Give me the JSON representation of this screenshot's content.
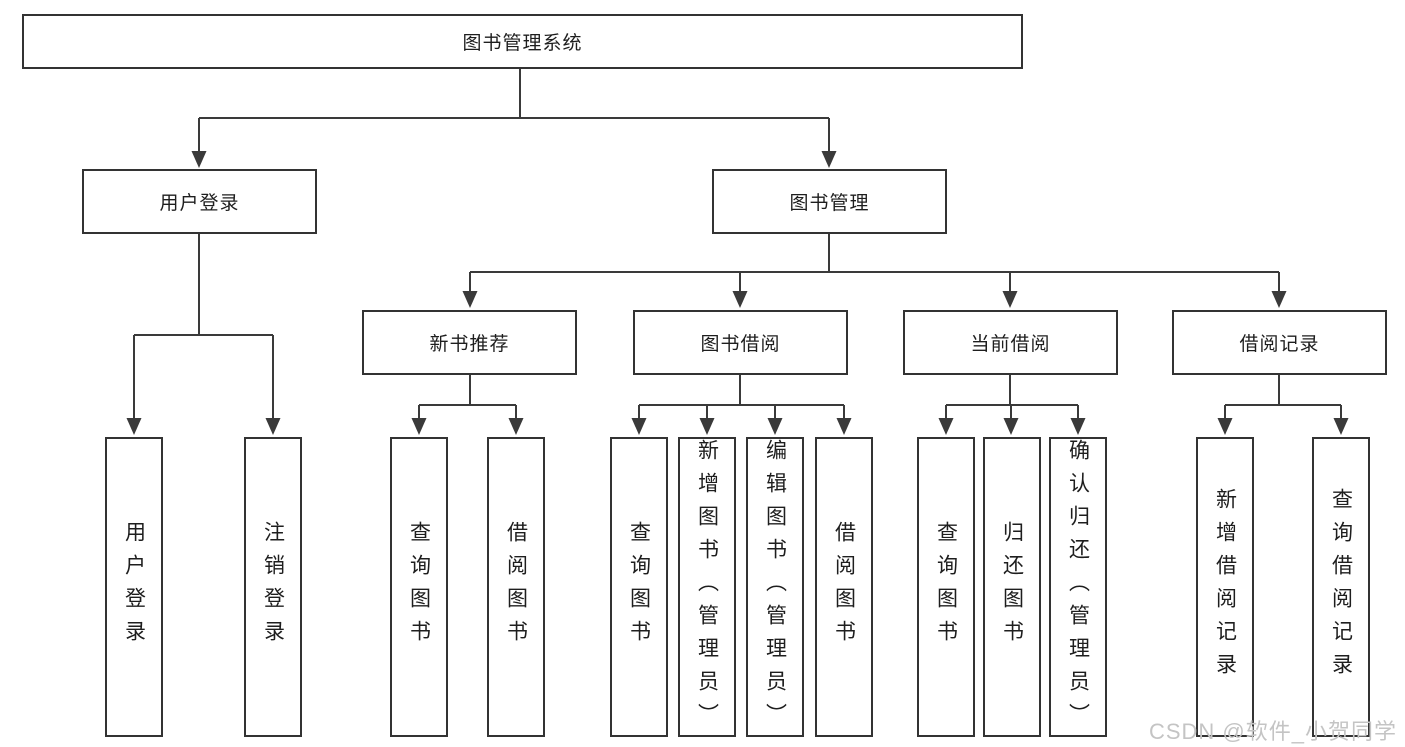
{
  "diagram": {
    "root": {
      "label": "图书管理系统"
    },
    "user_login_branch": {
      "label": "用户登录",
      "children": [
        {
          "label": "用户登录"
        },
        {
          "label": "注销登录"
        }
      ]
    },
    "book_mgmt_branch": {
      "label": "图书管理",
      "sections": [
        {
          "label": "新书推荐",
          "children": [
            {
              "label": "查询图书"
            },
            {
              "label": "借阅图书"
            }
          ]
        },
        {
          "label": "图书借阅",
          "children": [
            {
              "label": "查询图书"
            },
            {
              "label": "新增图书（管理员）"
            },
            {
              "label": "编辑图书（管理员）"
            },
            {
              "label": "借阅图书"
            }
          ]
        },
        {
          "label": "当前借阅",
          "children": [
            {
              "label": "查询图书"
            },
            {
              "label": "归还图书"
            },
            {
              "label": "确认归还（管理员）"
            }
          ]
        },
        {
          "label": "借阅记录",
          "children": [
            {
              "label": "新增借阅记录"
            },
            {
              "label": "查询借阅记录"
            }
          ]
        }
      ]
    }
  },
  "watermark": {
    "text": "CSDN @软件_小贺同学"
  },
  "colors": {
    "line": "#3a3a3a",
    "box_border": "#333333",
    "text": "#1e1e1e",
    "watermark": "#c4c4c4",
    "background": "#ffffff"
  }
}
